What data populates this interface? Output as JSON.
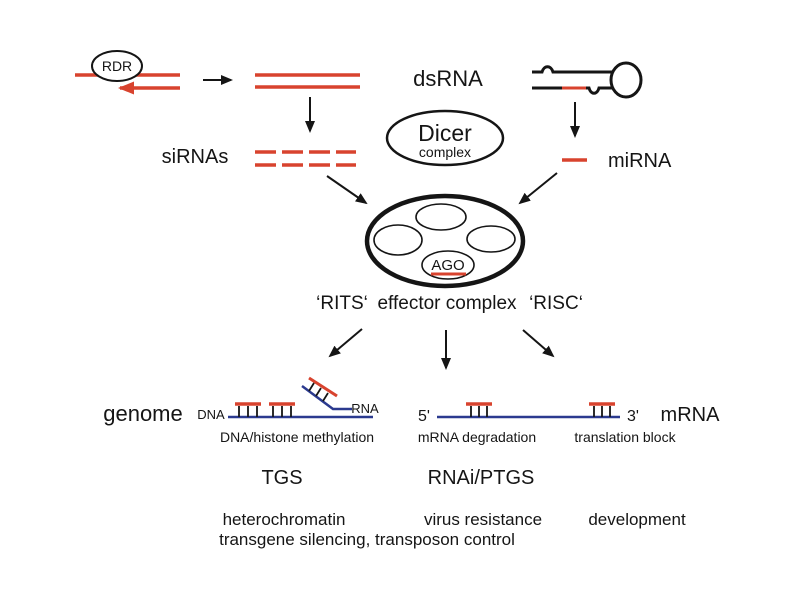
{
  "colors": {
    "red": "#d8432e",
    "blue": "#2b3a8f",
    "black": "#151515"
  },
  "top": {
    "rdr_label": "RDR",
    "dsrna_label": "dsRNA",
    "dicer_label": "Dicer",
    "dicer_sub_label": "complex",
    "sirnas_label": "siRNAs",
    "mirna_label": "miRNA"
  },
  "complex": {
    "ago_label": "AGO",
    "rits_label": "‘RITS‘",
    "effector_label": "effector complex",
    "risc_label": "‘RISC‘"
  },
  "genome": {
    "genome_label": "genome",
    "dna_label": "DNA",
    "rna_label": "RNA",
    "caption": "DNA/histone methylation"
  },
  "mrna": {
    "five_prime_label": "5'",
    "three_prime_label": "3'",
    "mrna_label": "mRNA",
    "degradation_caption": "mRNA degradation",
    "translation_caption": "translation block"
  },
  "outcomes": {
    "tgs_label": "TGS",
    "ptgs_label": "RNAi/PTGS",
    "heterochromatin_label": "heterochromatin",
    "virus_label": "virus resistance",
    "development_label": "development",
    "transgene_label": "transgene silencing, transposon control"
  }
}
